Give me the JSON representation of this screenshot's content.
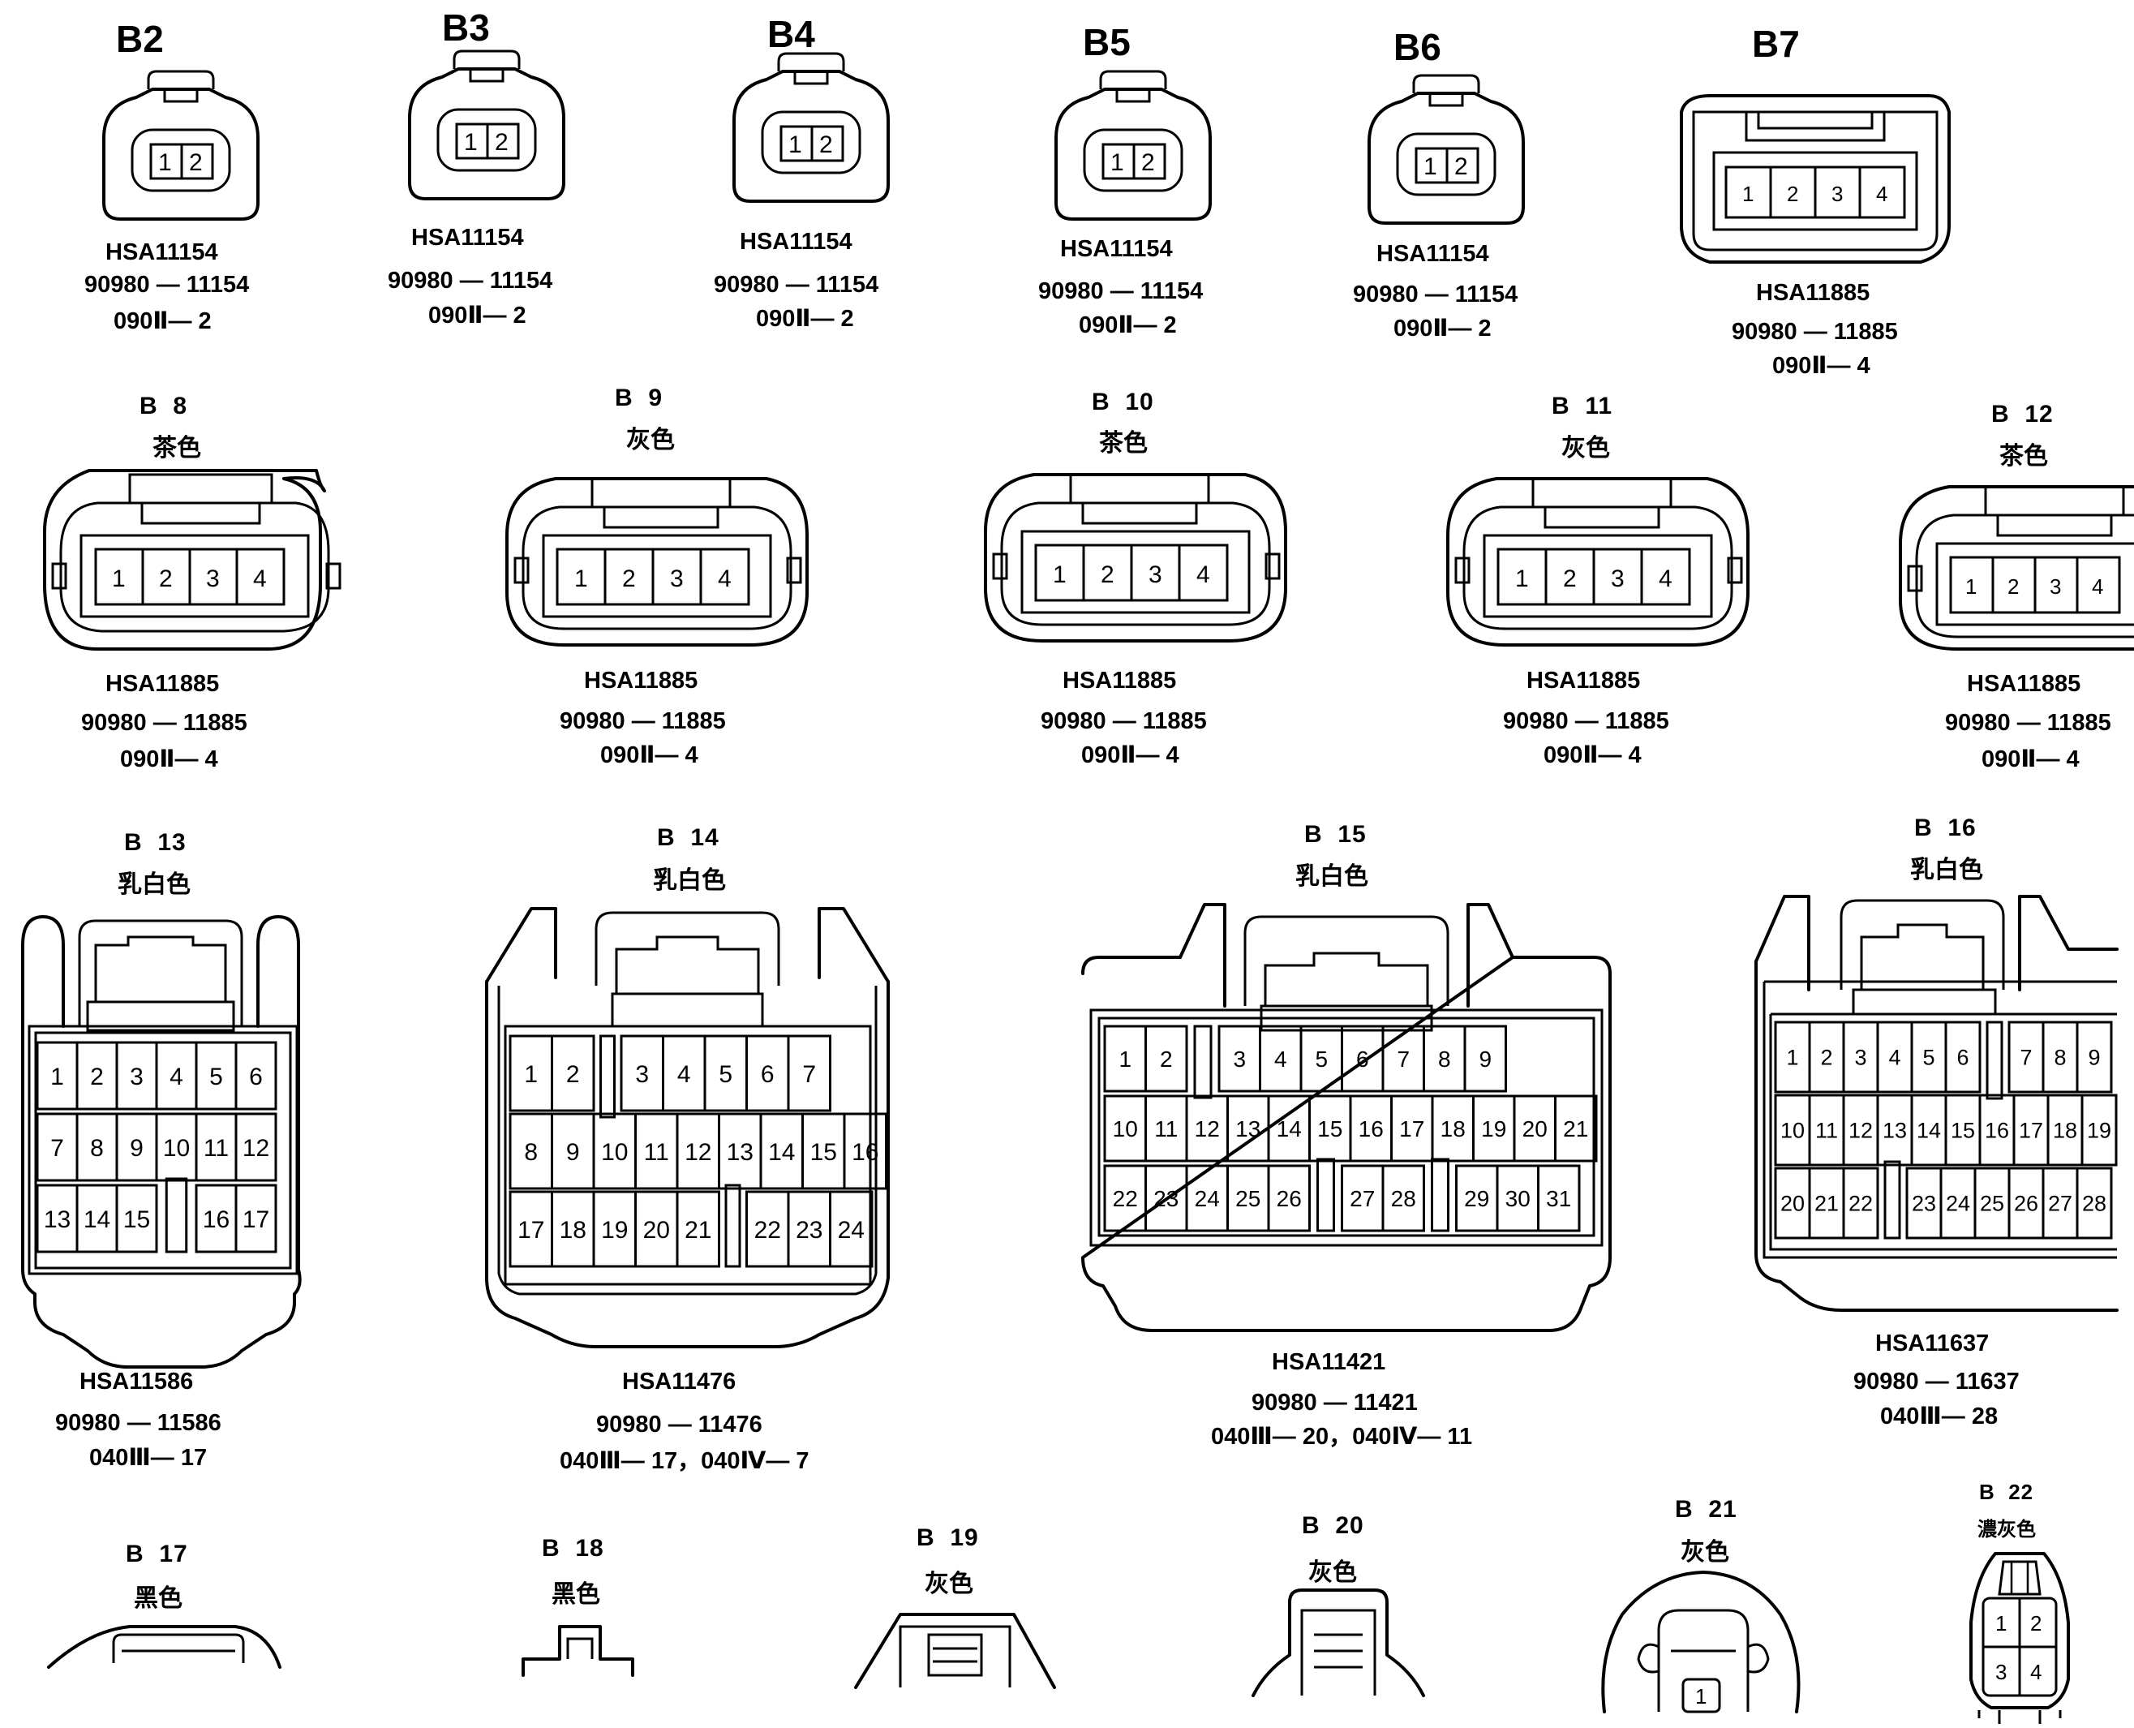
{
  "connectors": [
    {
      "id": "B2",
      "color": "",
      "part": "HSA11154",
      "number": "90980 — 11154",
      "ref": "090Ⅱ— 2",
      "pins": [
        "1",
        "2"
      ]
    },
    {
      "id": "B3",
      "color": "",
      "part": "HSA11154",
      "number": "90980 — 11154",
      "ref": "090Ⅱ— 2",
      "pins": [
        "1",
        "2"
      ]
    },
    {
      "id": "B4",
      "color": "",
      "part": "HSA11154",
      "number": "90980 — 11154",
      "ref": "090Ⅱ— 2",
      "pins": [
        "1",
        "2"
      ]
    },
    {
      "id": "B5",
      "color": "",
      "part": "HSA11154",
      "number": "90980 — 11154",
      "ref": "090Ⅱ— 2",
      "pins": [
        "1",
        "2"
      ]
    },
    {
      "id": "B6",
      "color": "",
      "part": "HSA11154",
      "number": "90980 — 11154",
      "ref": "090Ⅱ— 2",
      "pins": [
        "1",
        "2"
      ]
    },
    {
      "id": "B7",
      "color": "",
      "part": "HSA11885",
      "number": "90980 — 11885",
      "ref": "090Ⅱ— 4",
      "pins": [
        "1",
        "2",
        "3",
        "4"
      ]
    },
    {
      "id": "B  8",
      "color": "茶色",
      "part": "HSA11885",
      "number": "90980 — 11885",
      "ref": "090Ⅱ— 4",
      "pins": [
        "1",
        "2",
        "3",
        "4"
      ]
    },
    {
      "id": "B  9",
      "color": "灰色",
      "part": "HSA11885",
      "number": "90980 — 11885",
      "ref": "090Ⅱ— 4",
      "pins": [
        "1",
        "2",
        "3",
        "4"
      ]
    },
    {
      "id": "B  10",
      "color": "茶色",
      "part": "HSA11885",
      "number": "90980 — 11885",
      "ref": "090Ⅱ— 4",
      "pins": [
        "1",
        "2",
        "3",
        "4"
      ]
    },
    {
      "id": "B  11",
      "color": "灰色",
      "part": "HSA11885",
      "number": "90980 — 11885",
      "ref": "090Ⅱ— 4",
      "pins": [
        "1",
        "2",
        "3",
        "4"
      ]
    },
    {
      "id": "B  12",
      "color": "茶色",
      "part": "HSA11885",
      "number": "90980 — 11885",
      "ref": "090Ⅱ— 4",
      "pins": [
        "1",
        "2",
        "3",
        "4"
      ]
    },
    {
      "id": "B  13",
      "color": "乳白色",
      "part": "HSA11586",
      "number": "90980 — 11586",
      "ref": "040Ⅲ— 17",
      "rows": [
        [
          "1",
          "2",
          "3",
          "4",
          "5",
          "6"
        ],
        [
          "7",
          "8",
          "9",
          "10",
          "11",
          "12"
        ],
        [
          "13",
          "14",
          "15",
          "",
          "16",
          "17"
        ]
      ]
    },
    {
      "id": "B  14",
      "color": "乳白色",
      "part": "HSA11476",
      "number": "90980 — 11476",
      "ref": "040Ⅲ— 17，040Ⅳ— 7",
      "rows": [
        [
          "1",
          "2",
          "",
          "3",
          "4",
          "5",
          "6",
          "7"
        ],
        [
          "8",
          "9",
          "10",
          "11",
          "12",
          "13",
          "14",
          "15",
          "16"
        ],
        [
          "17",
          "18",
          "19",
          "20",
          "21",
          "",
          "22",
          "23",
          "24"
        ]
      ]
    },
    {
      "id": "B  15",
      "color": "乳白色",
      "part": "HSA11421",
      "number": "90980 — 11421",
      "ref": "040Ⅲ— 20，040Ⅳ— 11",
      "rows": [
        [
          "1",
          "2",
          "",
          "3",
          "4",
          "5",
          "6",
          "7",
          "8",
          "9"
        ],
        [
          "10",
          "11",
          "12",
          "13",
          "14",
          "15",
          "16",
          "17",
          "18",
          "19",
          "20",
          "21"
        ],
        [
          "22",
          "23",
          "24",
          "25",
          "26",
          "",
          "27",
          "28",
          "",
          "29",
          "30",
          "31"
        ]
      ]
    },
    {
      "id": "B  16",
      "color": "乳白色",
      "part": "HSA11637",
      "number": "90980 — 11637",
      "ref": "040Ⅲ— 28",
      "rows": [
        [
          "1",
          "2",
          "3",
          "4",
          "5",
          "6",
          "",
          "7",
          "8",
          "9"
        ],
        [
          "10",
          "11",
          "12",
          "13",
          "14",
          "15",
          "16",
          "17",
          "18",
          "19"
        ],
        [
          "20",
          "21",
          "22",
          "",
          "23",
          "24",
          "25",
          "26",
          "27",
          "28"
        ]
      ]
    },
    {
      "id": "B  17",
      "color": "黑色"
    },
    {
      "id": "B  18",
      "color": "黑色"
    },
    {
      "id": "B  19",
      "color": "灰色"
    },
    {
      "id": "B  20",
      "color": "灰色"
    },
    {
      "id": "B  21",
      "color": "灰色",
      "pins": [
        "1"
      ]
    },
    {
      "id": "B  22",
      "color": "濃灰色",
      "pins": [
        "1",
        "2",
        "3",
        "4"
      ]
    }
  ]
}
